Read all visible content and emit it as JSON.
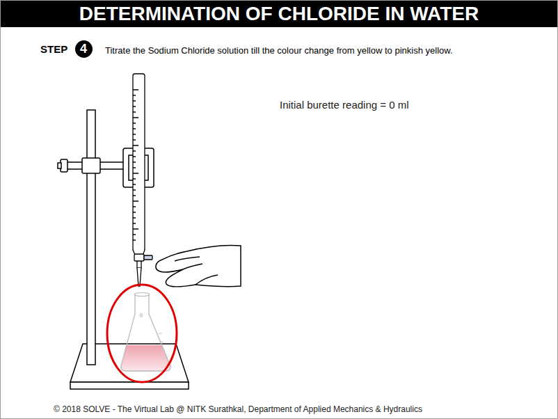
{
  "diagram": {
    "title": "DETERMINATION OF CHLORIDE IN WATER",
    "nodes": [
      {
        "text": [
          "4"
        ]
      }
    ],
    "labels": [
      "STEP",
      "Titrate the Sodium Chloride solution till the colour change from yellow to pinkish yellow.",
      "Initial burette reading = 0 ml",
      "© 2018 SOLVE - The Virtual Lab @ NITK Surathkal, Department of Applied Mechanics & Hydraulics"
    ]
  }
}
